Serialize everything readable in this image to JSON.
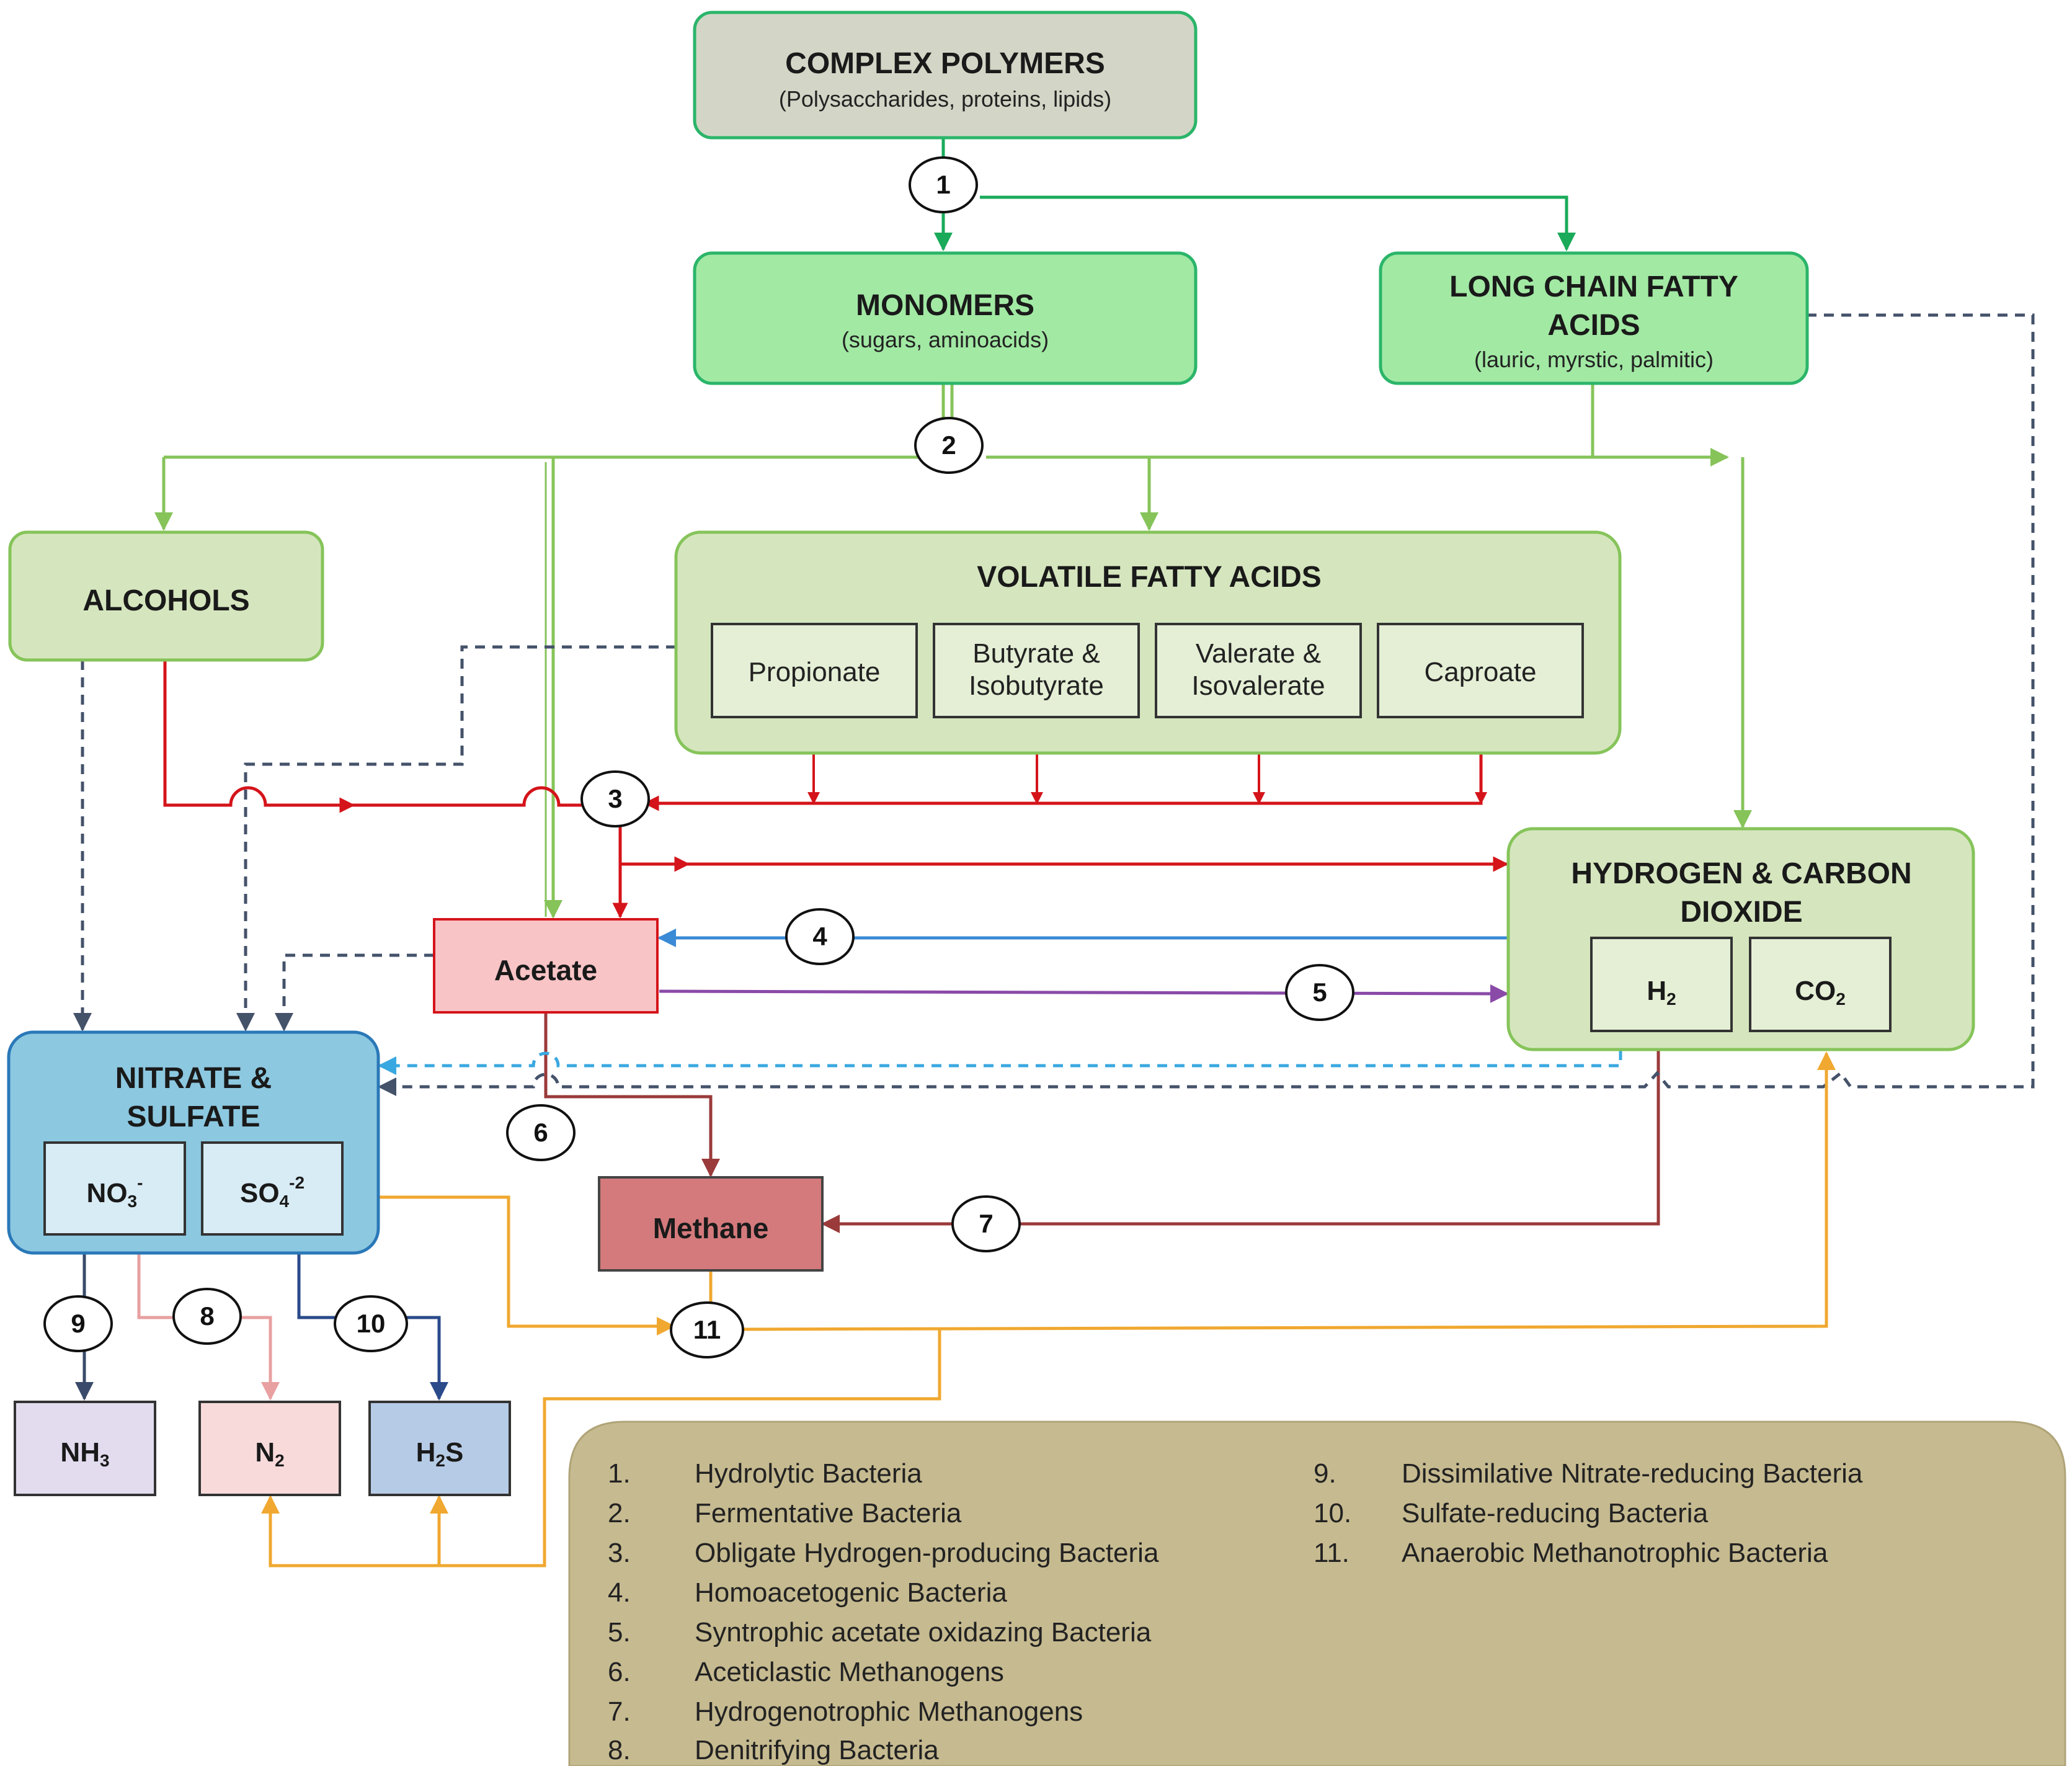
{
  "colors": {
    "hydrolysis": "#1aaa5a",
    "fermentation": "#86c45a",
    "hydrogen_producing": "#d4141a",
    "homoacetogenic": "#3a8ad6",
    "syntrophic": "#8a4aa8",
    "methanogen": "#9a3a3a",
    "anaerobic_methanotroph": "#f0a830",
    "dashed_dark": "#44526a",
    "dashed_light": "#3aa8e0",
    "nitrate_path": "#3a4a6a",
    "denitrify_path": "#e8a0a0",
    "sulfate_path": "#2a4a8a"
  },
  "nodes": {
    "complex_polymers": {
      "title": "COMPLEX POLYMERS",
      "subtitle": "(Polysaccharides, proteins, lipids)"
    },
    "monomers": {
      "title": "MONOMERS",
      "subtitle": "(sugars, aminoacids)"
    },
    "lcfa": {
      "title_line1": "LONG CHAIN FATTY",
      "title_line2": "ACIDS",
      "subtitle": "(lauric, myrstic, palmitic)"
    },
    "alcohols": {
      "title": "ALCOHOLS"
    },
    "vfa": {
      "title": "VOLATILE FATTY ACIDS",
      "items": [
        {
          "line1": "Propionate",
          "line2": ""
        },
        {
          "line1": "Butyrate &",
          "line2": "Isobutyrate"
        },
        {
          "line1": "Valerate &",
          "line2": "Isovalerate"
        },
        {
          "line1": "Caproate",
          "line2": ""
        }
      ]
    },
    "h2_co2": {
      "title_line1": "HYDROGEN & CARBON",
      "title_line2": "DIOXIDE",
      "h2": "H",
      "h2_sub": "2",
      "co2": "CO",
      "co2_sub": "2"
    },
    "acetate": {
      "title": "Acetate"
    },
    "nitrate_sulfate": {
      "title_line1": "NITRATE &",
      "title_line2": "SULFATE",
      "no3": "NO",
      "no3_sub": "3",
      "no3_sup": "-",
      "so4": "SO",
      "so4_sub": "4",
      "so4_sup": "-2"
    },
    "methane": {
      "title": "Methane"
    },
    "nh3": {
      "main": "NH",
      "sub": "3"
    },
    "n2": {
      "main": "N",
      "sub": "2"
    },
    "h2s": {
      "main": "H",
      "sub": "2",
      "tail": "S"
    }
  },
  "steps": [
    "1",
    "2",
    "3",
    "4",
    "5",
    "6",
    "7",
    "8",
    "9",
    "10",
    "11"
  ],
  "legend": [
    {
      "num": "1.",
      "label": "Hydrolytic Bacteria"
    },
    {
      "num": "2.",
      "label": "Fermentative Bacteria"
    },
    {
      "num": "3.",
      "label": "Obligate Hydrogen-producing Bacteria"
    },
    {
      "num": "4.",
      "label": "Homoacetogenic Bacteria"
    },
    {
      "num": "5.",
      "label": "Syntrophic acetate oxidazing Bacteria"
    },
    {
      "num": "6.",
      "label": "Aceticlastic Methanogens"
    },
    {
      "num": "7.",
      "label": "Hydrogenotrophic Methanogens"
    },
    {
      "num": "8.",
      "label": "Denitrifying Bacteria"
    },
    {
      "num": "9.",
      "label": "Dissimilative Nitrate-reducing Bacteria"
    },
    {
      "num": "10.",
      "label": "Sulfate-reducing Bacteria"
    },
    {
      "num": "11.",
      "label": "Anaerobic Methanotrophic Bacteria"
    }
  ]
}
